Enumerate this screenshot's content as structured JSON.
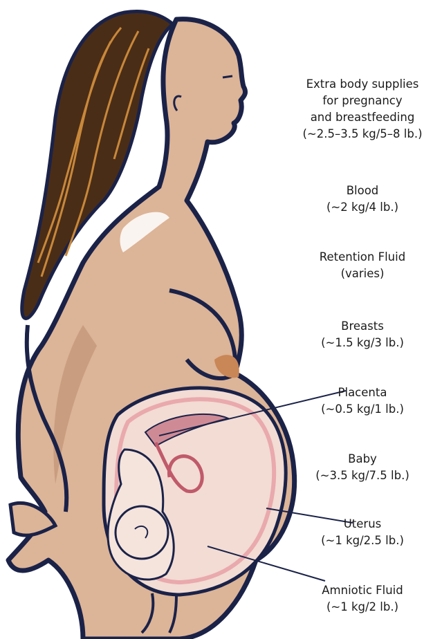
{
  "colors": {
    "skin": "#dcb497",
    "skin_shadow": "#c99d80",
    "outline": "#1b2248",
    "hair": "#4a2d17",
    "hair_streak": "#c8883a",
    "uterus_fill": "#f2dcd4",
    "uterus_wall": "#e9a9ad",
    "highlight": "#ffffff"
  },
  "labels": [
    {
      "lines": [
        "Extra body supplies",
        "for pregnancy",
        "and breastfeeding",
        "(~2.5–3.5 kg/5–8 lb.)"
      ]
    },
    {
      "lines": [
        "Blood",
        "(~2 kg/4 lb.)"
      ]
    },
    {
      "lines": [
        "Retention Fluid",
        "(varies)"
      ]
    },
    {
      "lines": [
        "Breasts",
        "(~1.5 kg/3 lb.)"
      ]
    },
    {
      "lines": [
        "Placenta",
        "(~0.5 kg/1 lb.)"
      ]
    },
    {
      "lines": [
        "Baby",
        "(~3.5 kg/7.5 lb.)"
      ]
    },
    {
      "lines": [
        "Uterus",
        "(~1 kg/2.5 lb.)"
      ]
    },
    {
      "lines": [
        "Amniotic Fluid",
        "(~1 kg/2 lb.)"
      ]
    }
  ]
}
